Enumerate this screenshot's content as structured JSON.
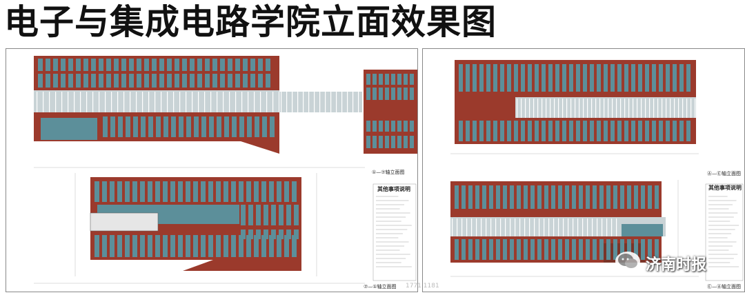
{
  "title": "电子与集成电路学院立面效果图",
  "sheets": {
    "left": {
      "top_caption": "①—⑦轴立面图",
      "notes_title": "其他事项说明",
      "bottom_caption": "⑦—①轴立面图"
    },
    "right": {
      "top_caption": "Ⓐ—Ⓔ轴立面图",
      "notes_title": "其他事项说明",
      "bottom_caption": "Ⓔ—Ⓐ轴立面图"
    }
  },
  "watermark": {
    "text": "济南时报",
    "icon": "wechat-icon"
  },
  "ghost_text": "1771 1181",
  "colors": {
    "brick": "#9b3a2c",
    "glass": "#5c8f9a",
    "panel": "#c9d3d6",
    "line": "#444444"
  }
}
